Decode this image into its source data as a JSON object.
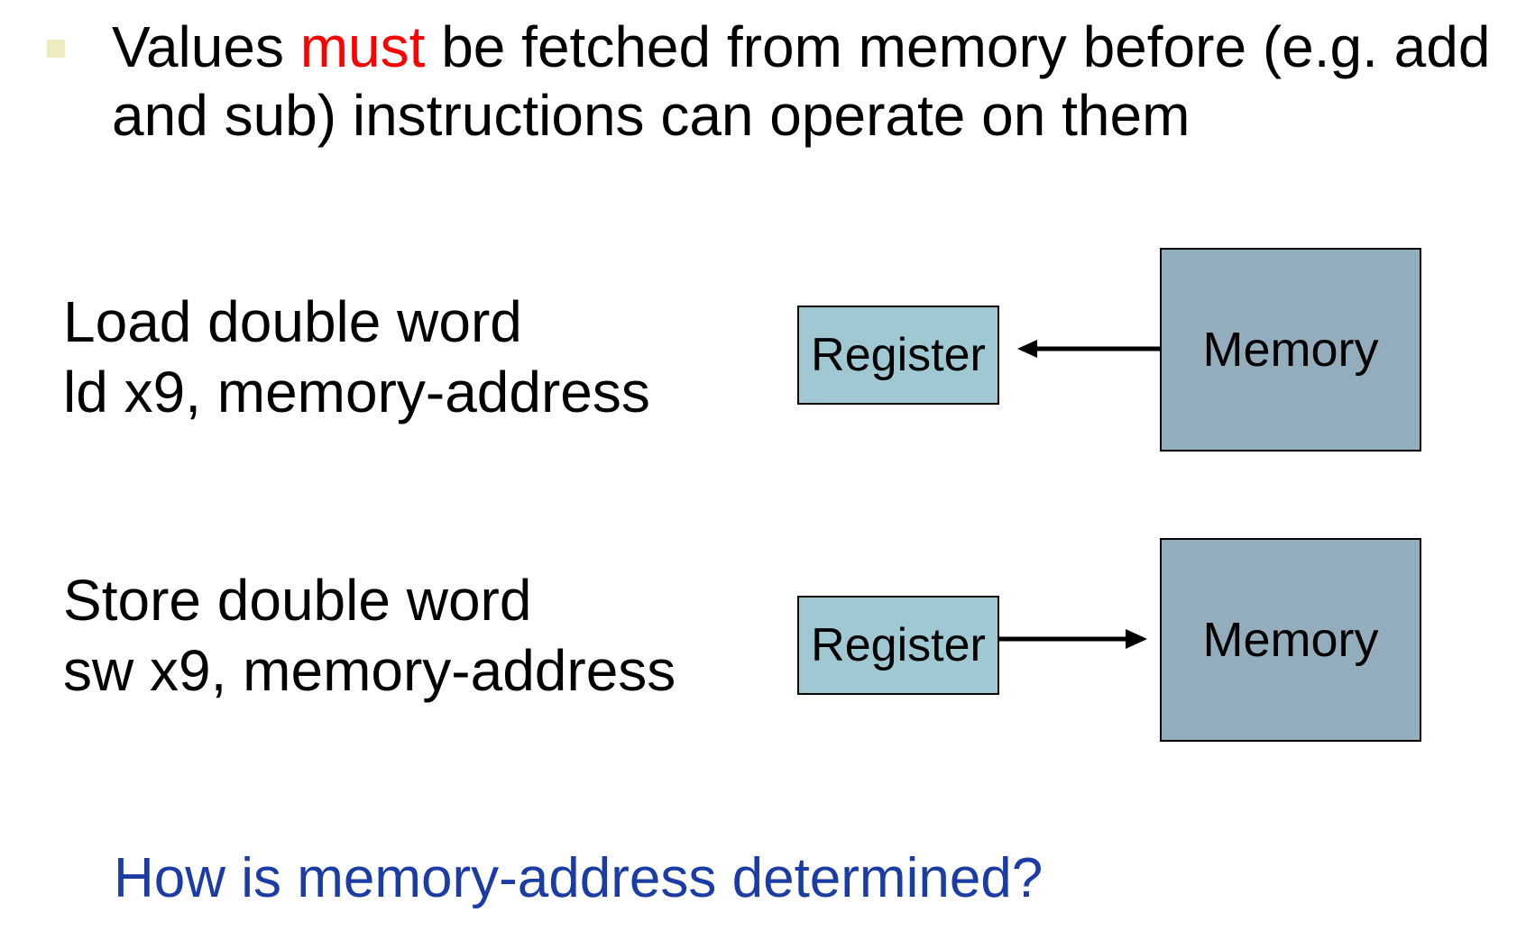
{
  "bullet": {
    "before": "Values ",
    "emphasis": "must",
    "after": " be fetched from memory before (e.g. add",
    "line2": "and sub) instructions can operate on them",
    "emphasis_color": "#ff0000"
  },
  "load": {
    "title": "Load double word",
    "syntax": "ld  x9, memory-address",
    "register_label": "Register",
    "memory_label": "Memory"
  },
  "store": {
    "title": "Store double word",
    "syntax": "sw  x9, memory-address",
    "register_label": "Register",
    "memory_label": "Memory"
  },
  "question": "How is memory-address determined?",
  "colors": {
    "register_fill": "#a0c8d2",
    "memory_fill": "#93adbd",
    "question_text": "#1a3ca4",
    "bullet_marker": "#ececbe"
  }
}
